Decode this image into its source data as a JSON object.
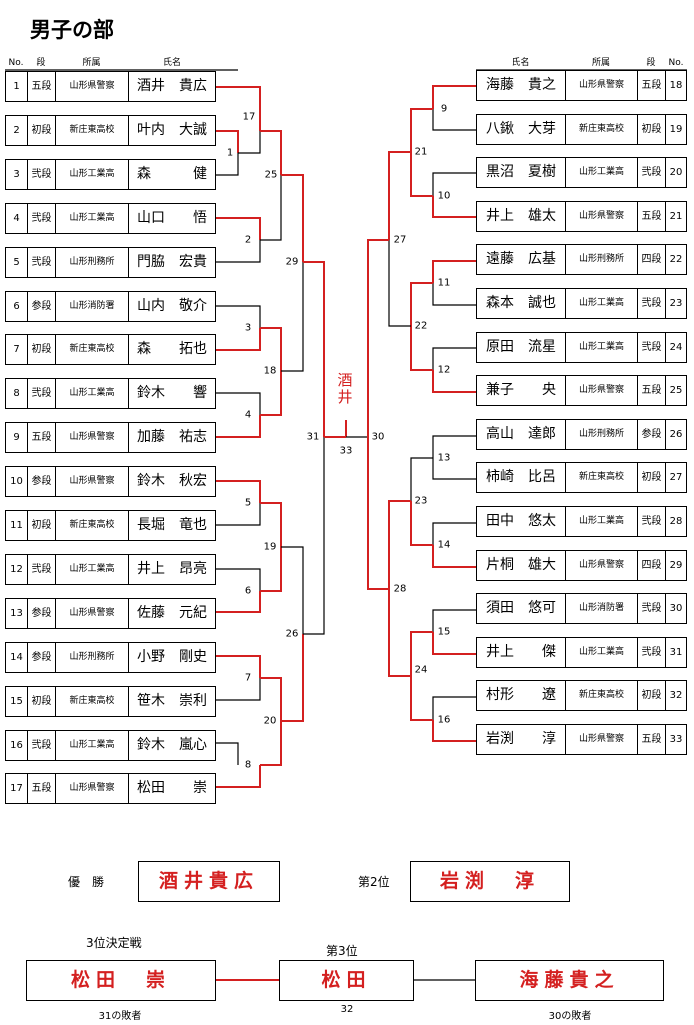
{
  "title": "男子の部",
  "headers": {
    "no": "No.",
    "rank": "段",
    "org": "所属",
    "name": "氏名"
  },
  "left": [
    {
      "no": "1",
      "rank": "五段",
      "org": "山形県警察",
      "name": "酒井　貴広"
    },
    {
      "no": "2",
      "rank": "初段",
      "org": "新庄東高校",
      "name": "叶内　大誠"
    },
    {
      "no": "3",
      "rank": "弐段",
      "org": "山形工業高",
      "name": "森　　　健"
    },
    {
      "no": "4",
      "rank": "弐段",
      "org": "山形工業高",
      "name": "山口　　悟"
    },
    {
      "no": "5",
      "rank": "弐段",
      "org": "山形刑務所",
      "name": "門脇　宏貴"
    },
    {
      "no": "6",
      "rank": "参段",
      "org": "山形消防署",
      "name": "山内　敬介"
    },
    {
      "no": "7",
      "rank": "初段",
      "org": "新庄東高校",
      "name": "森　　拓也"
    },
    {
      "no": "8",
      "rank": "弐段",
      "org": "山形工業高",
      "name": "鈴木　　響"
    },
    {
      "no": "9",
      "rank": "五段",
      "org": "山形県警察",
      "name": "加藤　祐志"
    },
    {
      "no": "10",
      "rank": "参段",
      "org": "山形県警察",
      "name": "鈴木　秋宏"
    },
    {
      "no": "11",
      "rank": "初段",
      "org": "新庄東高校",
      "name": "長堀　竜也"
    },
    {
      "no": "12",
      "rank": "弐段",
      "org": "山形工業高",
      "name": "井上　昂亮"
    },
    {
      "no": "13",
      "rank": "参段",
      "org": "山形県警察",
      "name": "佐藤　元紀"
    },
    {
      "no": "14",
      "rank": "参段",
      "org": "山形刑務所",
      "name": "小野　剛史"
    },
    {
      "no": "15",
      "rank": "初段",
      "org": "新庄東高校",
      "name": "笹木　崇利"
    },
    {
      "no": "16",
      "rank": "弐段",
      "org": "山形工業高",
      "name": "鈴木　嵐心"
    },
    {
      "no": "17",
      "rank": "五段",
      "org": "山形県警察",
      "name": "松田　　崇"
    }
  ],
  "right": [
    {
      "no": "18",
      "rank": "五段",
      "org": "山形県警察",
      "name": "海藤　貴之"
    },
    {
      "no": "19",
      "rank": "初段",
      "org": "新庄東高校",
      "name": "八鍬　大芽"
    },
    {
      "no": "20",
      "rank": "弐段",
      "org": "山形工業高",
      "name": "黒沼　夏樹"
    },
    {
      "no": "21",
      "rank": "五段",
      "org": "山形県警察",
      "name": "井上　雄太"
    },
    {
      "no": "22",
      "rank": "四段",
      "org": "山形刑務所",
      "name": "遠藤　広基"
    },
    {
      "no": "23",
      "rank": "弐段",
      "org": "山形工業高",
      "name": "森本　誠也"
    },
    {
      "no": "24",
      "rank": "弐段",
      "org": "山形工業高",
      "name": "原田　流星"
    },
    {
      "no": "25",
      "rank": "五段",
      "org": "山形県警察",
      "name": "兼子　　央"
    },
    {
      "no": "26",
      "rank": "参段",
      "org": "山形刑務所",
      "name": "高山　達郎"
    },
    {
      "no": "27",
      "rank": "初段",
      "org": "新庄東高校",
      "name": "柿崎　比呂"
    },
    {
      "no": "28",
      "rank": "弐段",
      "org": "山形工業高",
      "name": "田中　悠太"
    },
    {
      "no": "29",
      "rank": "四段",
      "org": "山形県警察",
      "name": "片桐　雄大"
    },
    {
      "no": "30",
      "rank": "弐段",
      "org": "山形消防署",
      "name": "須田　悠可"
    },
    {
      "no": "31",
      "rank": "弐段",
      "org": "山形工業高",
      "name": "井上　　傑"
    },
    {
      "no": "32",
      "rank": "初段",
      "org": "新庄東高校",
      "name": "村形　　遼"
    },
    {
      "no": "33",
      "rank": "五段",
      "org": "山形県警察",
      "name": "岩渕　　淳"
    }
  ],
  "champion_vertical": "酒井",
  "results": {
    "winner_label": "優　勝",
    "winner": "酒井貴広",
    "second_label": "第2位",
    "second": "岩渕　淳",
    "third_match_label": "3位決定戦",
    "third_label": "第3位",
    "third_left": "松田　崇",
    "third_winner": "松田",
    "third_right": "海藤貴之",
    "loser31": "31の敗者",
    "match32": "32",
    "loser30": "30の敗者"
  }
}
